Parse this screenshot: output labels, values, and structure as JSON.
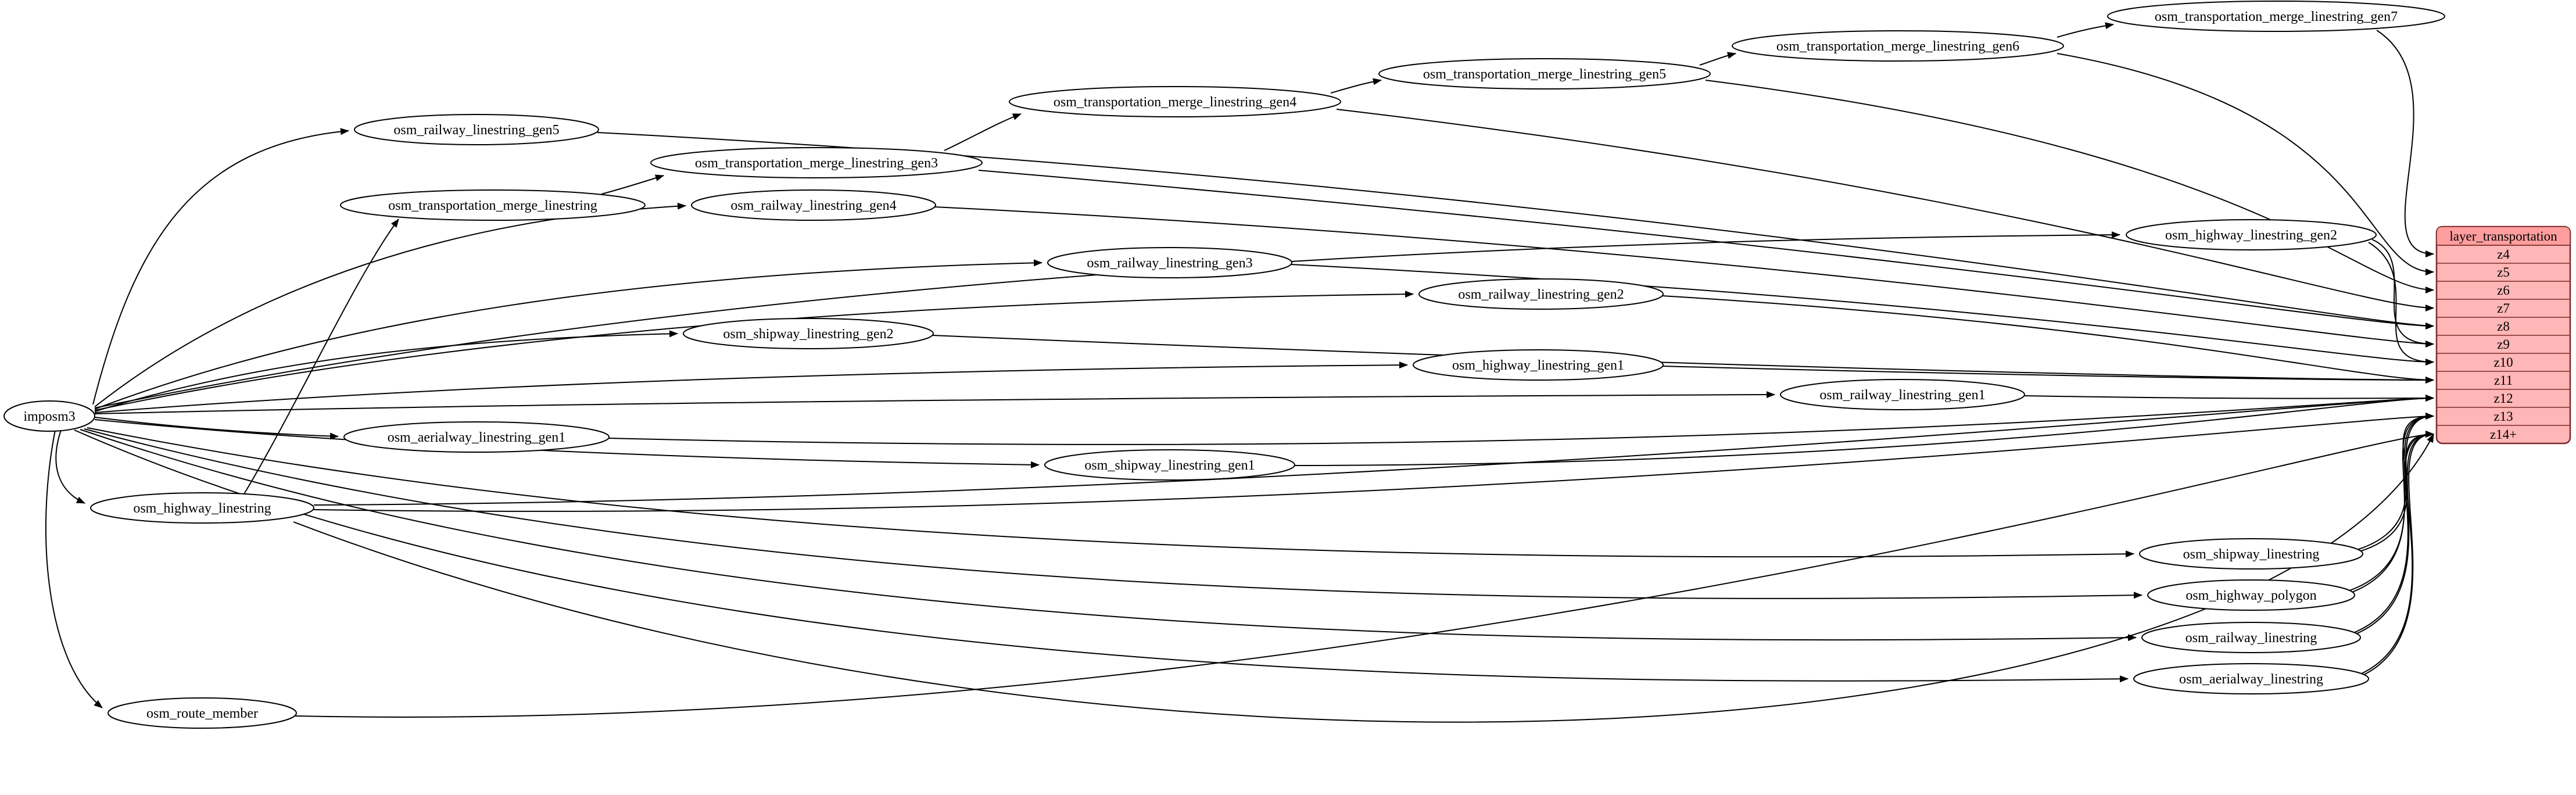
{
  "diagram_type": "etl-graph",
  "colors": {
    "node_fill": "#ffffff",
    "node_stroke": "#000000",
    "edge": "#000000",
    "record_fill": "#ffb6b6",
    "record_header_fill": "#ff9e9e",
    "record_stroke": "#7b2b2b"
  },
  "nodes": {
    "imposm3": "imposm3",
    "osm_railway_linestring_gen5": "osm_railway_linestring_gen5",
    "osm_transportation_merge_linestring_gen7": "osm_transportation_merge_linestring_gen7",
    "osm_transportation_merge_linestring_gen6": "osm_transportation_merge_linestring_gen6",
    "osm_transportation_merge_linestring_gen5": "osm_transportation_merge_linestring_gen5",
    "osm_transportation_merge_linestring_gen4": "osm_transportation_merge_linestring_gen4",
    "osm_transportation_merge_linestring_gen3": "osm_transportation_merge_linestring_gen3",
    "osm_transportation_merge_linestring": "osm_transportation_merge_linestring",
    "osm_railway_linestring_gen4": "osm_railway_linestring_gen4",
    "osm_highway_linestring_gen2": "osm_highway_linestring_gen2",
    "osm_railway_linestring_gen3": "osm_railway_linestring_gen3",
    "osm_railway_linestring_gen2": "osm_railway_linestring_gen2",
    "osm_shipway_linestring_gen2": "osm_shipway_linestring_gen2",
    "osm_highway_linestring_gen1": "osm_highway_linestring_gen1",
    "osm_railway_linestring_gen1": "osm_railway_linestring_gen1",
    "osm_aerialway_linestring_gen1": "osm_aerialway_linestring_gen1",
    "osm_shipway_linestring_gen1": "osm_shipway_linestring_gen1",
    "osm_highway_linestring": "osm_highway_linestring",
    "osm_shipway_linestring": "osm_shipway_linestring",
    "osm_highway_polygon": "osm_highway_polygon",
    "osm_railway_linestring": "osm_railway_linestring",
    "osm_aerialway_linestring": "osm_aerialway_linestring",
    "osm_route_member": "osm_route_member"
  },
  "layer": {
    "title": "layer_transportation",
    "rows": [
      "z4",
      "z5",
      "z6",
      "z7",
      "z8",
      "z9",
      "z10",
      "z11",
      "z12",
      "z13",
      "z14+"
    ]
  },
  "edges": [
    {
      "from": "imposm3",
      "to": "osm_railway_linestring_gen5"
    },
    {
      "from": "imposm3",
      "to": "osm_railway_linestring_gen4"
    },
    {
      "from": "imposm3",
      "to": "osm_highway_linestring_gen2"
    },
    {
      "from": "imposm3",
      "to": "osm_railway_linestring_gen3"
    },
    {
      "from": "imposm3",
      "to": "osm_railway_linestring_gen2"
    },
    {
      "from": "imposm3",
      "to": "osm_shipway_linestring_gen2"
    },
    {
      "from": "imposm3",
      "to": "osm_highway_linestring_gen1"
    },
    {
      "from": "imposm3",
      "to": "osm_railway_linestring_gen1"
    },
    {
      "from": "imposm3",
      "to": "osm_aerialway_linestring_gen1"
    },
    {
      "from": "imposm3",
      "to": "osm_shipway_linestring_gen1"
    },
    {
      "from": "imposm3",
      "to": "osm_highway_linestring"
    },
    {
      "from": "imposm3",
      "to": "osm_shipway_linestring"
    },
    {
      "from": "imposm3",
      "to": "osm_highway_polygon"
    },
    {
      "from": "imposm3",
      "to": "osm_railway_linestring"
    },
    {
      "from": "imposm3",
      "to": "osm_aerialway_linestring"
    },
    {
      "from": "imposm3",
      "to": "osm_route_member"
    },
    {
      "from": "osm_highway_linestring",
      "to": "osm_transportation_merge_linestring"
    },
    {
      "from": "osm_transportation_merge_linestring",
      "to": "osm_transportation_merge_linestring_gen3"
    },
    {
      "from": "osm_transportation_merge_linestring_gen3",
      "to": "osm_transportation_merge_linestring_gen4"
    },
    {
      "from": "osm_transportation_merge_linestring_gen4",
      "to": "osm_transportation_merge_linestring_gen5"
    },
    {
      "from": "osm_transportation_merge_linestring_gen5",
      "to": "osm_transportation_merge_linestring_gen6"
    },
    {
      "from": "osm_transportation_merge_linestring_gen6",
      "to": "osm_transportation_merge_linestring_gen7"
    },
    {
      "from": "osm_transportation_merge_linestring_gen7",
      "to": "layer_transportation.z4"
    },
    {
      "from": "osm_transportation_merge_linestring_gen6",
      "to": "layer_transportation.z5"
    },
    {
      "from": "osm_transportation_merge_linestring_gen5",
      "to": "layer_transportation.z6"
    },
    {
      "from": "osm_transportation_merge_linestring_gen4",
      "to": "layer_transportation.z7"
    },
    {
      "from": "osm_transportation_merge_linestring_gen3",
      "to": "layer_transportation.z8"
    },
    {
      "from": "osm_railway_linestring_gen5",
      "to": "layer_transportation.z8"
    },
    {
      "from": "osm_highway_linestring_gen2",
      "to": "layer_transportation.z9"
    },
    {
      "from": "osm_highway_linestring_gen2",
      "to": "layer_transportation.z10"
    },
    {
      "from": "osm_railway_linestring_gen4",
      "to": "layer_transportation.z9"
    },
    {
      "from": "osm_railway_linestring_gen3",
      "to": "layer_transportation.z10"
    },
    {
      "from": "osm_railway_linestring_gen2",
      "to": "layer_transportation.z11"
    },
    {
      "from": "osm_railway_linestring_gen1",
      "to": "layer_transportation.z12"
    },
    {
      "from": "osm_shipway_linestring_gen2",
      "to": "layer_transportation.z11"
    },
    {
      "from": "osm_shipway_linestring_gen1",
      "to": "layer_transportation.z12"
    },
    {
      "from": "osm_aerialway_linestring_gen1",
      "to": "layer_transportation.z12"
    },
    {
      "from": "osm_highway_linestring_gen1",
      "to": "layer_transportation.z11"
    },
    {
      "from": "osm_highway_linestring",
      "to": "layer_transportation.z12"
    },
    {
      "from": "osm_highway_linestring",
      "to": "layer_transportation.z13"
    },
    {
      "from": "osm_highway_linestring",
      "to": "layer_transportation.z14+"
    },
    {
      "from": "osm_route_member",
      "to": "layer_transportation.z14+"
    },
    {
      "from": "osm_shipway_linestring",
      "to": "layer_transportation.z13"
    },
    {
      "from": "osm_shipway_linestring",
      "to": "layer_transportation.z14+"
    },
    {
      "from": "osm_highway_polygon",
      "to": "layer_transportation.z13"
    },
    {
      "from": "osm_highway_polygon",
      "to": "layer_transportation.z14+"
    },
    {
      "from": "osm_railway_linestring",
      "to": "layer_transportation.z13"
    },
    {
      "from": "osm_railway_linestring",
      "to": "layer_transportation.z14+"
    },
    {
      "from": "osm_aerialway_linestring",
      "to": "layer_transportation.z13"
    },
    {
      "from": "osm_aerialway_linestring",
      "to": "layer_transportation.z14+"
    }
  ]
}
